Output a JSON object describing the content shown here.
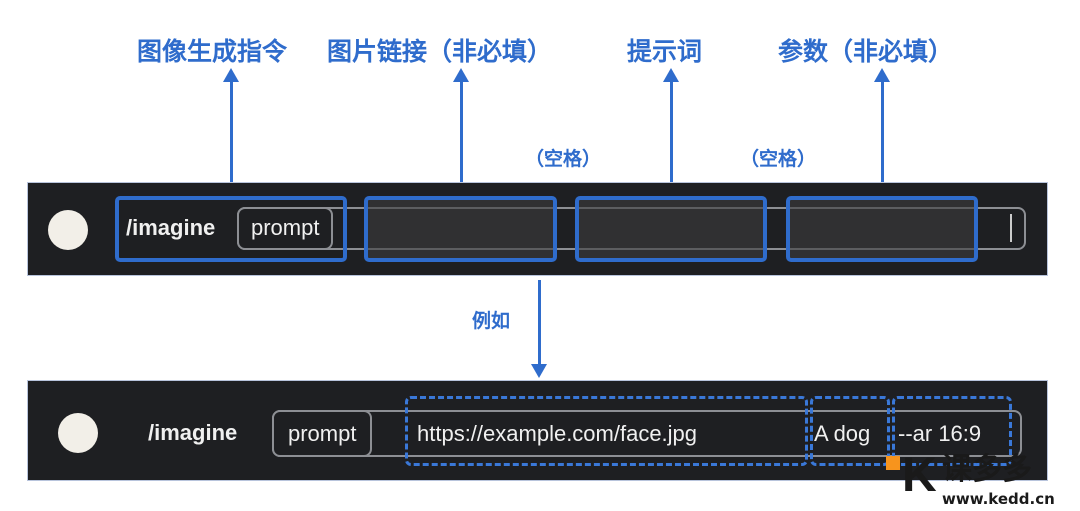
{
  "labels": {
    "command": "图像生成指令",
    "image_link": "图片链接（非必填）",
    "prompt": "提示词",
    "params": "参数（非必填）",
    "space1": "（空格）",
    "space2": "（空格）",
    "example": "例如"
  },
  "top_bar": {
    "command": "/imagine",
    "chip": "prompt"
  },
  "bottom_bar": {
    "command": "/imagine",
    "chip": "prompt",
    "image_url": "https://example.com/face.jpg",
    "prompt_text": "A dog",
    "params_text": "--ar 16:9"
  },
  "watermark": {
    "brand": "课多多",
    "url": "www.kedd.cn"
  },
  "colors": {
    "accent": "#2f6ccc",
    "bar": "#1e1f22",
    "watermark_orange": "#f7941d"
  }
}
